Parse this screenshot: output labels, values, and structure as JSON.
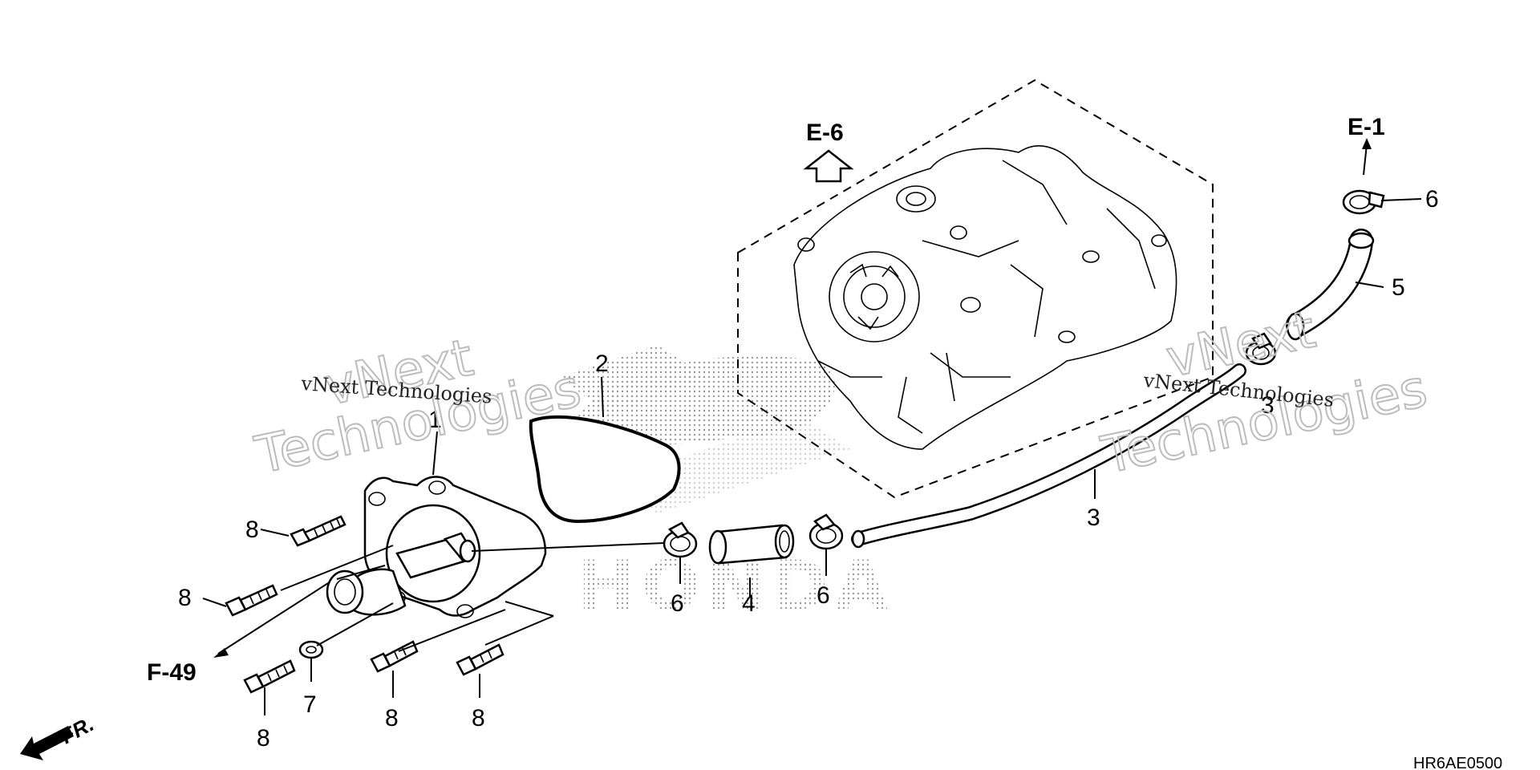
{
  "diagram": {
    "code": "HR6AE0500",
    "front_marker": "FR.",
    "references": {
      "e6": "E-6",
      "e1": "E-1",
      "f49": "F-49"
    },
    "callouts": {
      "c1": "1",
      "c2": "2",
      "c3": "3",
      "c3b": "3",
      "c4": "4",
      "c5": "5",
      "c6a": "6",
      "c6b": "6",
      "c6c": "6",
      "c7": "7",
      "c8a": "8",
      "c8b": "8",
      "c8c": "8",
      "c8d": "8",
      "c8e": "8"
    },
    "watermarks": {
      "w1a": "vNext",
      "w1b": "Technologies",
      "w1c": "vNext Technologies",
      "w2a": "vNext",
      "w2b": "Technologies",
      "w2c": "vNext Technologies"
    },
    "logo_text": "HONDA",
    "colors": {
      "line": "#000000",
      "watermark": "#bcbcbc",
      "dots": "#9a9a9a"
    }
  }
}
